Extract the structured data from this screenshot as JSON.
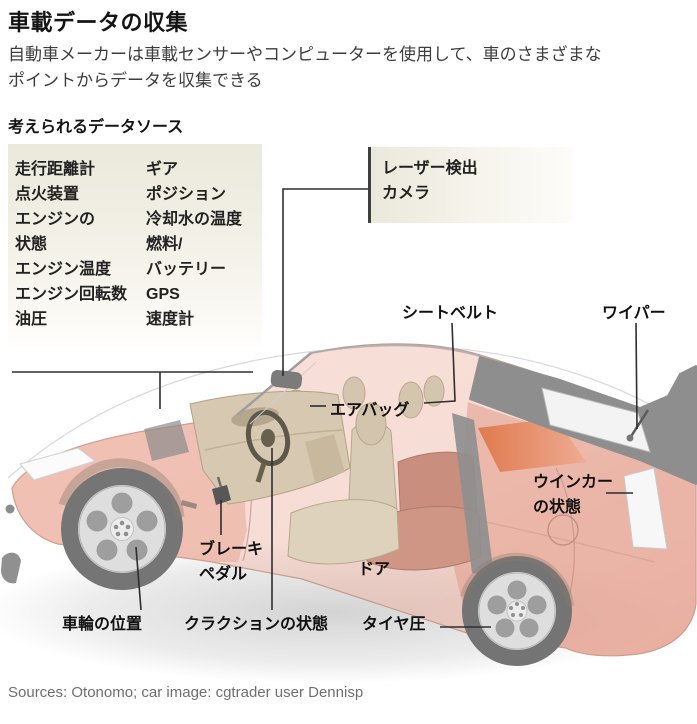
{
  "header": {
    "title": "車載データの収集",
    "subtitle_line1": "自動車メーカーは車載センサーやコンピューターを使用して、車のさまざまな",
    "subtitle_line2": "ポイントからデータを収集できる"
  },
  "data_sources": {
    "heading": "考えられるデータソース",
    "left_lines": [
      "走行距離計",
      "点火装置",
      "エンジンの",
      "状態",
      "エンジン温度",
      "エンジン回転数",
      "油圧"
    ],
    "right_lines": [
      "ギア",
      "ポジション",
      "冷却水の温度",
      "燃料/",
      "バッテリー",
      "GPS",
      "速度計"
    ]
  },
  "exterior_sensors": {
    "lines": [
      "レーザー検出",
      "カメラ"
    ]
  },
  "car_labels": {
    "seat_belt": "シートベルト",
    "wiper": "ワイパー",
    "airbag": "エアバッグ",
    "turn_signal_line1": "ウインカー",
    "turn_signal_line2": "の状態",
    "brake_pedal_line1": "ブレーキ",
    "brake_pedal_line2": "ペダル",
    "door": "ドア",
    "wheel_position": "車輪の位置",
    "horn_status": "クラクションの状態",
    "tire_pressure": "タイヤ圧"
  },
  "footer": {
    "sources": "Sources: Otonomo; car image: cgtrader user Dennisp"
  },
  "colors": {
    "box_beige": "#ebe9db",
    "body_pink": "#e8a796",
    "roof_gray": "#8e8e8e",
    "interior_tan": "#d6c8b0",
    "rear_seat_salmon": "#cf9484",
    "connector_line": "#2e2e2e"
  }
}
